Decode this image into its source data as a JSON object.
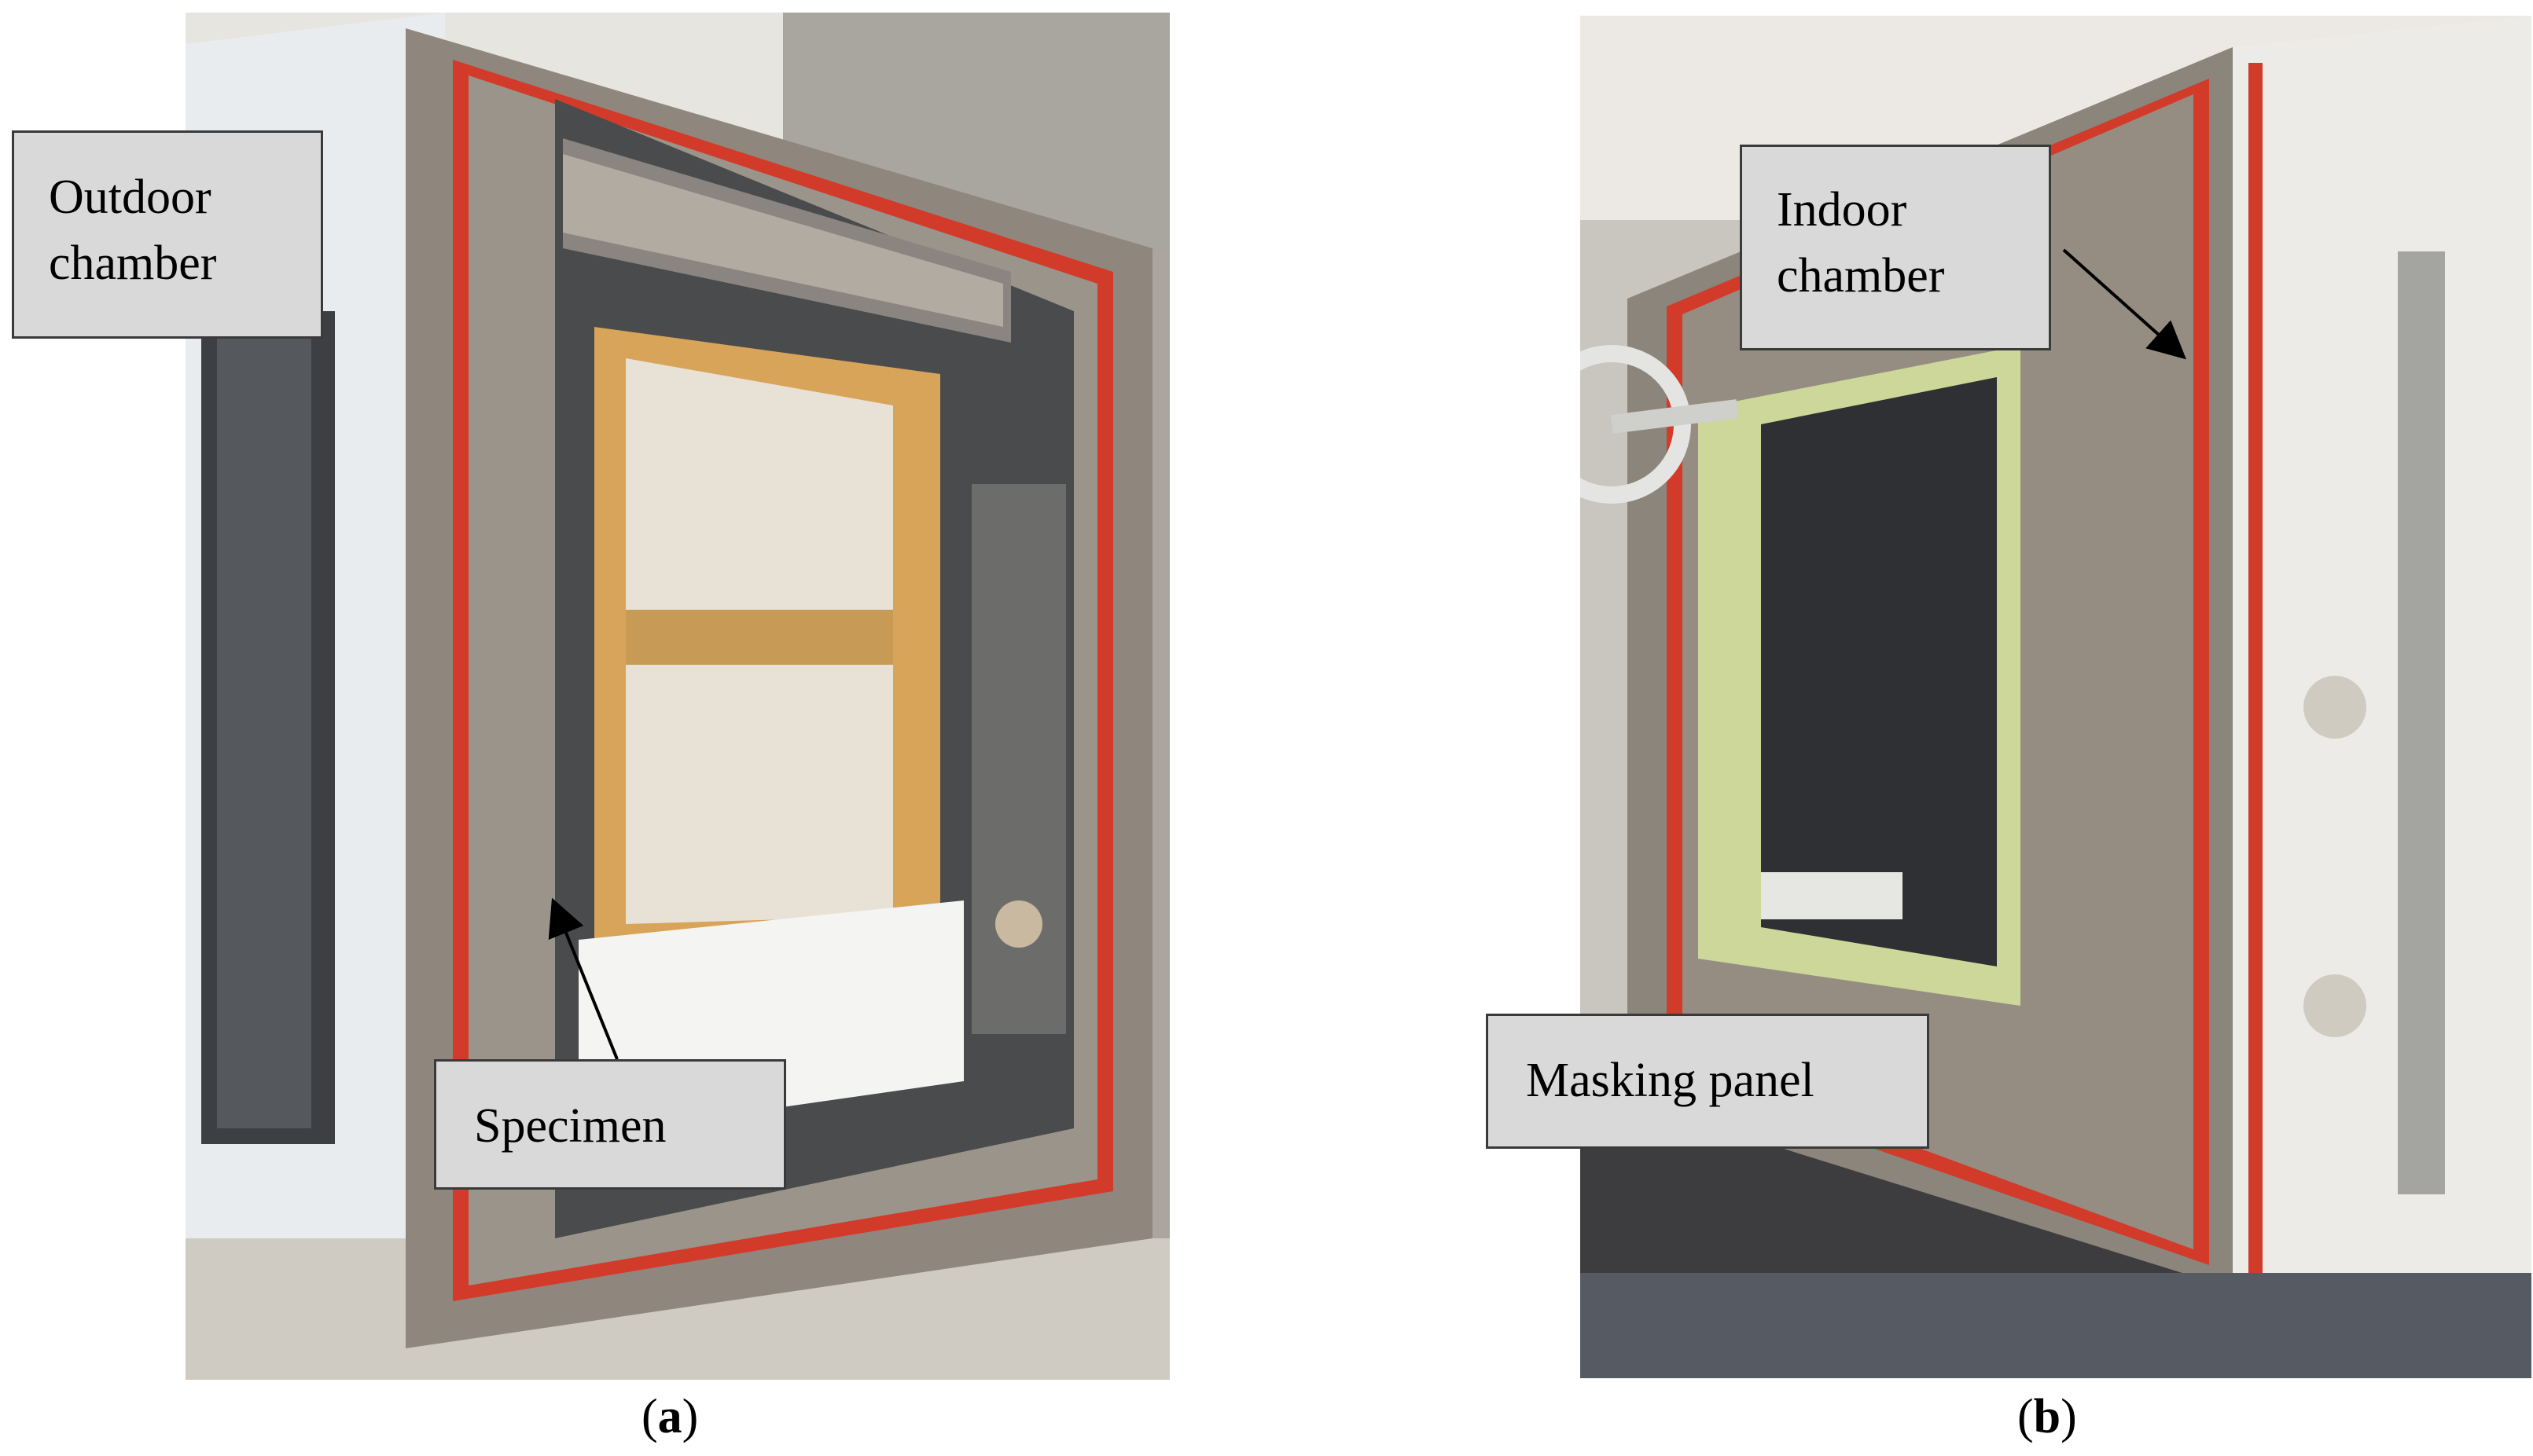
{
  "labels": {
    "outdoor_line1": "Outdoor",
    "outdoor_line2": "chamber",
    "indoor_line1": "Indoor",
    "indoor_line2": "chamber",
    "specimen": "Specimen",
    "masking": "Masking panel"
  },
  "captions": {
    "a_letter": "a",
    "b_letter": "b"
  },
  "colors": {
    "gasket_red": "#d23a2a",
    "steel": "#8f877d",
    "label_fill": "#d9d9d9"
  }
}
